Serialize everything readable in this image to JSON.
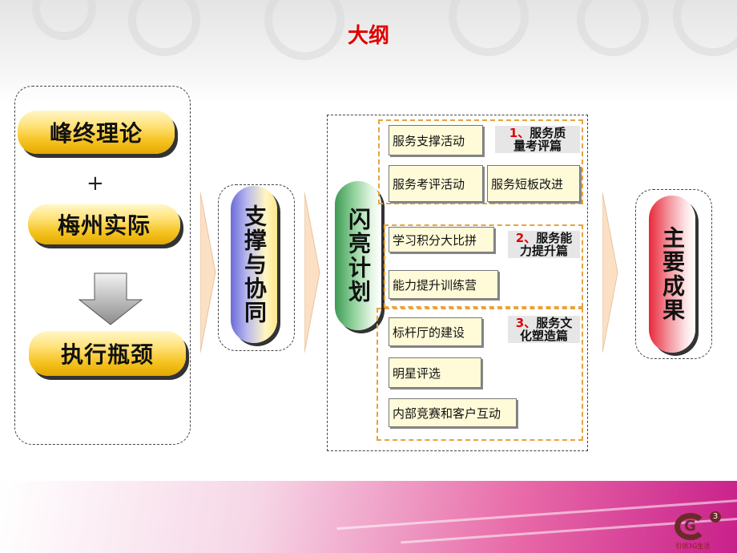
{
  "title": "大纲",
  "left": {
    "p1": "峰终理论",
    "plus": "+",
    "p2": "梅州实际",
    "p3": "执行瓶颈"
  },
  "support": "支撑与协同",
  "plan": "闪亮计划",
  "results": "主要成果",
  "groups": [
    {
      "num": "1、",
      "tag_a": "服务质",
      "tag_b": "量考评篇",
      "items": [
        "服务支撑活动",
        "服务考评活动",
        "服务短板改进"
      ]
    },
    {
      "num": "2、",
      "tag_a": "服务能",
      "tag_b": "力提升篇",
      "items": [
        "学习积分大比拼",
        "能力提升训练营"
      ]
    },
    {
      "num": "3、",
      "tag_a": "服务文",
      "tag_b": "化塑造篇",
      "items": [
        "标杆厅的建设",
        "明星评选",
        "内部竞赛和客户互动"
      ]
    }
  ],
  "logo": {
    "mark": "G",
    "sup": "3",
    "text": "引领3G生活"
  },
  "colors": {
    "title": "#e00000",
    "orange_dash": "#e8a33a",
    "pill": "#f5c320"
  }
}
